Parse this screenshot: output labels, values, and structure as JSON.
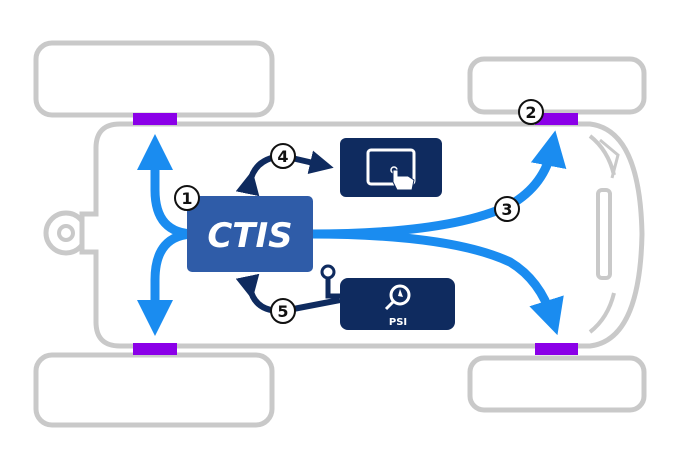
{
  "diagram": {
    "main_unit": {
      "label": "CTIS"
    },
    "gauge": {
      "label": "PSI",
      "icon": "pressure-gauge-magnifier-icon"
    },
    "display": {
      "icon": "touchscreen-tablet-icon"
    },
    "callouts": [
      "1",
      "2",
      "3",
      "4",
      "5"
    ],
    "colors": {
      "air_lines": "#1a8cf0",
      "ctis_box": "#2f5ca8",
      "dark_boxes": "#0f2b5f",
      "valves": "#8b00e8",
      "vehicle_outline": "#c9c9c9"
    }
  }
}
